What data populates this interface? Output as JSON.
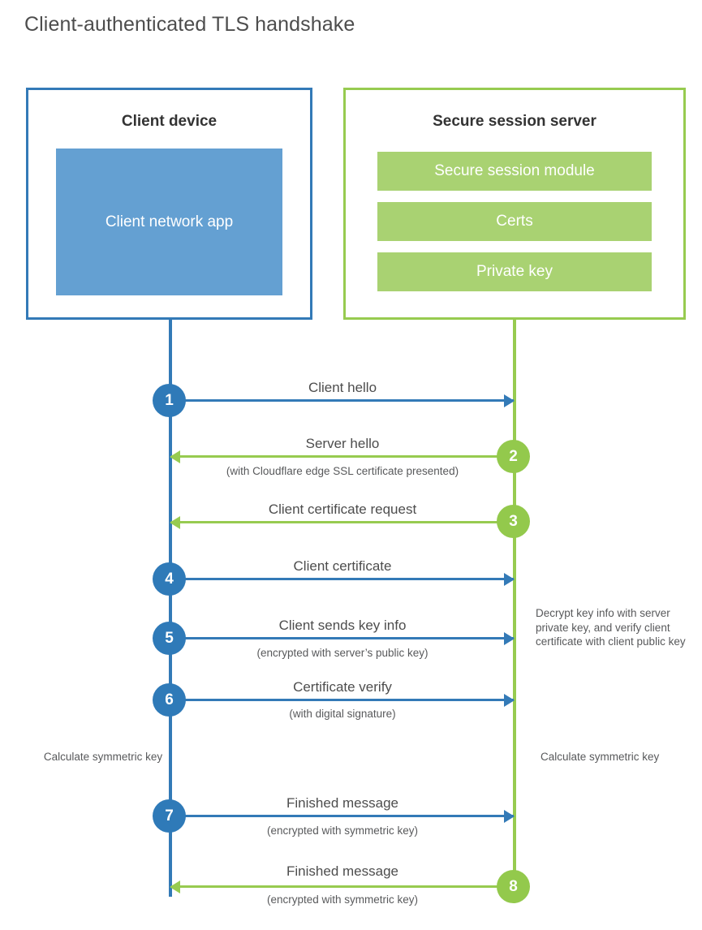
{
  "title": "Client-authenticated TLS handshake",
  "colors": {
    "client_accent": "#337ab7",
    "server_accent": "#97cb50",
    "client_app_fill": "#64a0d2",
    "server_bar_fill": "#a9d272",
    "text": "#4d4d4d"
  },
  "actors": {
    "client": {
      "title": "Client device",
      "app_label": "Client network app"
    },
    "server": {
      "title": "Secure session server",
      "components": [
        "Secure session module",
        "Certs",
        "Private key"
      ]
    }
  },
  "steps": [
    {
      "number": "1",
      "label": "Client hello",
      "sub": "",
      "direction": "client-to-server",
      "color": "blue"
    },
    {
      "number": "2",
      "label": "Server hello",
      "sub": "(with Cloudflare edge SSL certificate presented)",
      "direction": "server-to-client",
      "color": "green"
    },
    {
      "number": "3",
      "label": "Client certificate request",
      "sub": "",
      "direction": "server-to-client",
      "color": "green"
    },
    {
      "number": "4",
      "label": "Client certificate",
      "sub": "",
      "direction": "client-to-server",
      "color": "blue"
    },
    {
      "number": "5",
      "label": "Client sends key info",
      "sub": "(encrypted with server’s public key)",
      "direction": "client-to-server",
      "color": "blue"
    },
    {
      "number": "6",
      "label": "Certificate verify",
      "sub": "(with digital signature)",
      "direction": "client-to-server",
      "color": "blue"
    },
    {
      "number": "7",
      "label": "Finished message",
      "sub": "(encrypted with symmetric key)",
      "direction": "client-to-server",
      "color": "blue"
    },
    {
      "number": "8",
      "label": "Finished message",
      "sub": "(encrypted with symmetric key)",
      "direction": "server-to-client",
      "color": "green"
    }
  ],
  "notes": {
    "decrypt": "Decrypt key info with server private key, and verify client certificate with client public key",
    "calculate_client": "Calculate symmetric key",
    "calculate_server": "Calculate symmetric key"
  }
}
